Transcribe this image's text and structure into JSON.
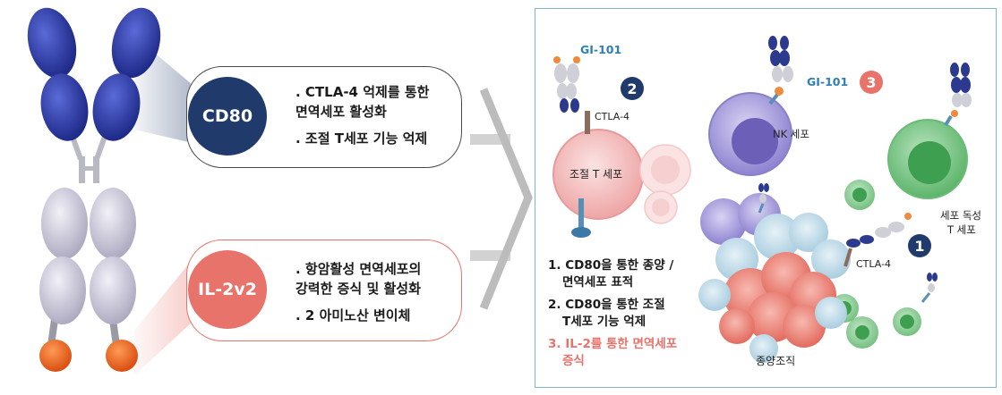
{
  "callouts": [
    {
      "badge": "CD80",
      "badge_color": "#1f3a6b",
      "bullets": [
        ". CTLA-4 억제를 통한",
        "  면역세포 활성화",
        ". 조절 T세포 기능 억제"
      ]
    },
    {
      "badge": "IL-2v2",
      "badge_color": "#e8736b",
      "bullets": [
        ". 항암활성 면역세포의",
        "  강력한 증식 및 활성화",
        ". 2 아미노산 변이체"
      ]
    }
  ],
  "panel": {
    "drug_label_1": "GI-101",
    "drug_label_2": "GI-101",
    "markers": [
      "2",
      "3",
      "1"
    ],
    "marker_colors": [
      "#1f3a6b",
      "#e8736b",
      "#1f3a6b"
    ],
    "ctla4_label_1": "CTLA-4",
    "ctla4_label_2": "CTLA-4",
    "treg_label": "조절 T 세포",
    "nk_label": "NK 세포",
    "ctl_label_1": "세포 독성",
    "ctl_label_2": "T 세포",
    "tumor_label": "종양조직",
    "list": [
      {
        "line1": "1. CD80을 통한 종양 /",
        "line2": "면역세포 표적"
      },
      {
        "line1": "2. CD80을 통한 조절",
        "line2": "T세포 기능 억제"
      },
      {
        "line1": "3. IL-2를 통한 면역세포",
        "line2": "증식"
      }
    ],
    "list_highlight_color": "#e8736b"
  }
}
